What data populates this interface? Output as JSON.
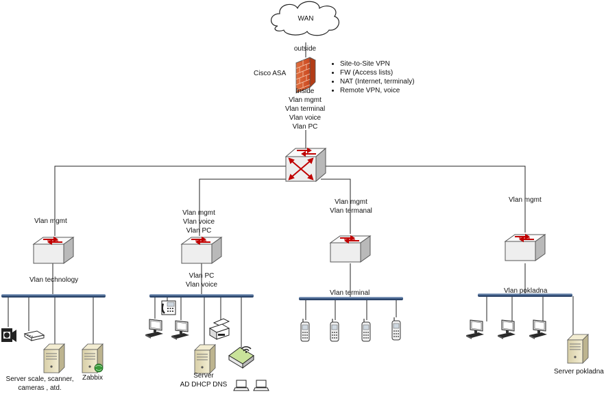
{
  "wan": {
    "label": "WAN"
  },
  "firewall": {
    "name": "Cisco ASA",
    "outside_label": "outside",
    "inside_lines": [
      "Inside",
      "Vlan mgmt",
      "Vlan terminal",
      "Vlan voice",
      "Vlan PC"
    ],
    "features": [
      "Site-to-Site VPN",
      "FW (Access lists)",
      "NAT (Internet, terminaly)",
      "Remote VPN, voice"
    ]
  },
  "branches": [
    {
      "uplink_lines": [
        "Vlan mgmt"
      ],
      "downlink_lines": [
        "Vlan technology"
      ],
      "devices": [
        "Server scale, scanner, cameras , atd.",
        "Zabbix"
      ]
    },
    {
      "uplink_lines": [
        "Vlan mgmt",
        "Vlan voice",
        "Vlan PC"
      ],
      "downlink_lines": [
        "Vlan PC",
        "Vlan voice"
      ],
      "devices": [
        "Server",
        "AD DHCP DNS"
      ]
    },
    {
      "uplink_lines": [
        "Vlan mgmt",
        "Vlan termanal"
      ],
      "downlink_lines": [
        "Vlan terminal"
      ],
      "devices": []
    },
    {
      "uplink_lines": [
        "Vlan mgmt"
      ],
      "downlink_lines": [
        "Vlan pokladna"
      ],
      "devices": [
        "Server pokladna"
      ]
    }
  ],
  "colors": {
    "switch_face": "#f2f2f2",
    "switch_side": "#b8b8b8",
    "arrow": "#c00000",
    "firewall": "#d9542b",
    "bus": "#4a6890"
  }
}
